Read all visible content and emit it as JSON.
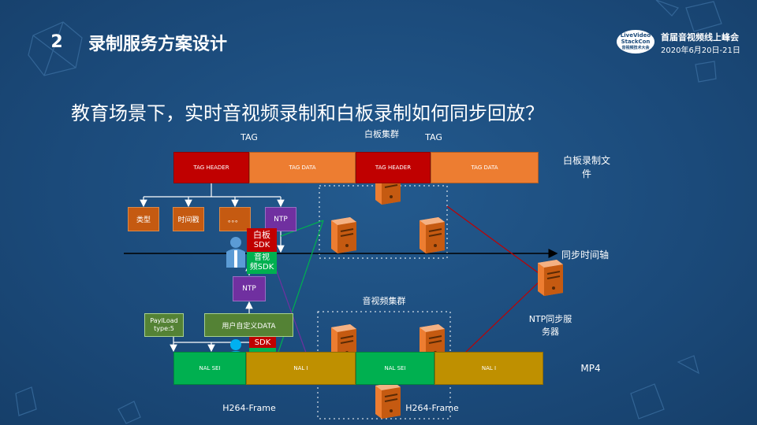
{
  "header": {
    "section_number": "2",
    "title": "录制服务方案设计",
    "event_logo_lines": [
      "LiveVideo",
      "StackCon",
      "音视频技术大会"
    ],
    "event_name": "首届音视频线上峰会",
    "event_date": "2020年6月20日-21日"
  },
  "subtitle": "教育场景下，实时音视频录制和白板录制如何同步回放？",
  "diagram": {
    "tag_left_label": "TAG",
    "whiteboard_cluster_label": "白板集群",
    "tag_right_label": "TAG",
    "top_bar": {
      "segments": [
        "TAG HEADER",
        "TAG DATA",
        "TAG HEADER",
        "TAG DATA"
      ],
      "file_label_line1": "白板录制文",
      "file_label_line2": "件"
    },
    "tag_fields": [
      "类型",
      "时间戳",
      "。。。",
      "NTP"
    ],
    "whiteboard_sdk_line1": "白板",
    "whiteboard_sdk_line2": "SDK",
    "av_sdk_line1": "音视",
    "av_sdk_line2": "频SDK",
    "sync_axis_label": "同步时间轴",
    "ntp_box": "NTP",
    "av_cluster_label": "音视频集群",
    "ntp_server_line1": "NTP同步服",
    "ntp_server_line2": "务器",
    "payload_line1": "PaylLoad",
    "payload_line2": "type:5",
    "user_data": "用户自定义DATA",
    "sdk_small": "SDK",
    "bottom_bar": {
      "segments": [
        "NAL SEI",
        "NAL I",
        "NAL SEI",
        "NAL I"
      ],
      "file_label": "MP4"
    },
    "frame_label_left": "H264-Frame",
    "frame_label_right": "H264-Frame"
  },
  "colors": {
    "background": "#1b4a7a",
    "tag_header": "#c00000",
    "tag_data": "#ed7d31",
    "field_box": "#c55a11",
    "ntp": "#7030a0",
    "nal_sei": "#00b050",
    "nal_i": "#bf9000",
    "payload": "#548235",
    "green_line": "#00b050",
    "purple_line": "#7030a0",
    "red_line": "#c00000"
  },
  "icons": [
    "server-icon",
    "person-icon",
    "decorative-cube-icon"
  ]
}
